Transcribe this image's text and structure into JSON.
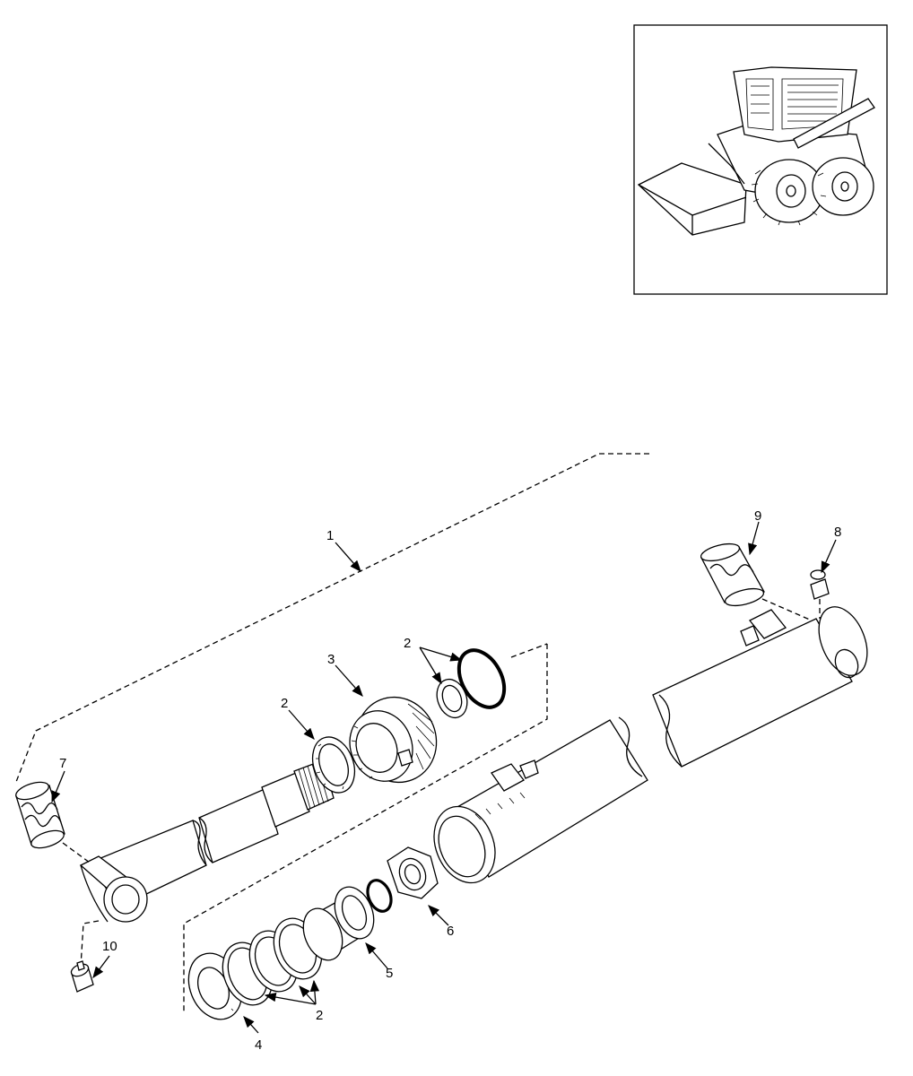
{
  "diagram": {
    "type": "exploded-parts-view",
    "line_color": "#000000",
    "background": "#ffffff",
    "callouts": [
      {
        "id": "c1",
        "label": "1"
      },
      {
        "id": "c2a",
        "label": "2"
      },
      {
        "id": "c2b",
        "label": "2"
      },
      {
        "id": "c2c",
        "label": "2"
      },
      {
        "id": "c3",
        "label": "3"
      },
      {
        "id": "c4",
        "label": "4"
      },
      {
        "id": "c5",
        "label": "5"
      },
      {
        "id": "c6",
        "label": "6"
      },
      {
        "id": "c7",
        "label": "7"
      },
      {
        "id": "c8",
        "label": "8"
      },
      {
        "id": "c9",
        "label": "9"
      },
      {
        "id": "c10",
        "label": "10"
      }
    ]
  }
}
